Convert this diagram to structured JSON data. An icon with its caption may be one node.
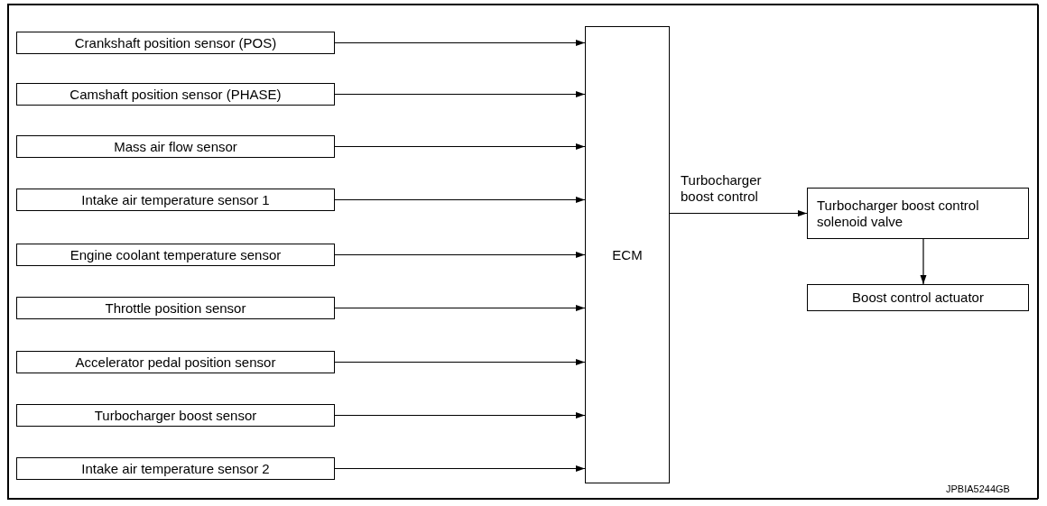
{
  "diagram": {
    "nodes": [
      {
        "text": [
          "Crankshaft position sensor (POS)"
        ]
      },
      {
        "text": [
          "Camshaft position sensor (PHASE)"
        ]
      },
      {
        "text": [
          "Mass air flow sensor"
        ]
      },
      {
        "text": [
          "Intake air temperature sensor 1"
        ]
      },
      {
        "text": [
          "Engine coolant temperature sensor"
        ]
      },
      {
        "text": [
          "Throttle position sensor"
        ]
      },
      {
        "text": [
          "Accelerator pedal position sensor"
        ]
      },
      {
        "text": [
          "Turbocharger boost sensor"
        ]
      },
      {
        "text": [
          "Intake air temperature sensor 2"
        ]
      },
      {
        "text": [
          "ECM"
        ]
      },
      {
        "text": [
          "Turbocharger boost control solenoid valve"
        ]
      },
      {
        "text": [
          "Boost control actuator"
        ]
      }
    ],
    "edges": [
      {
        "from": 0,
        "to": 9,
        "arrow": "to"
      },
      {
        "from": 1,
        "to": 9,
        "arrow": "to"
      },
      {
        "from": 2,
        "to": 9,
        "arrow": "to"
      },
      {
        "from": 3,
        "to": 9,
        "arrow": "to"
      },
      {
        "from": 4,
        "to": 9,
        "arrow": "to"
      },
      {
        "from": 5,
        "to": 9,
        "arrow": "to"
      },
      {
        "from": 6,
        "to": 9,
        "arrow": "to"
      },
      {
        "from": 7,
        "to": 9,
        "arrow": "to"
      },
      {
        "from": 8,
        "to": 9,
        "arrow": "to"
      },
      {
        "from": 9,
        "to": 10,
        "arrow": "to",
        "label": "Turbocharger boost control"
      },
      {
        "from": 10,
        "to": 11,
        "arrow": "to"
      }
    ],
    "labels": [
      "JPBIA5244GB"
    ]
  }
}
